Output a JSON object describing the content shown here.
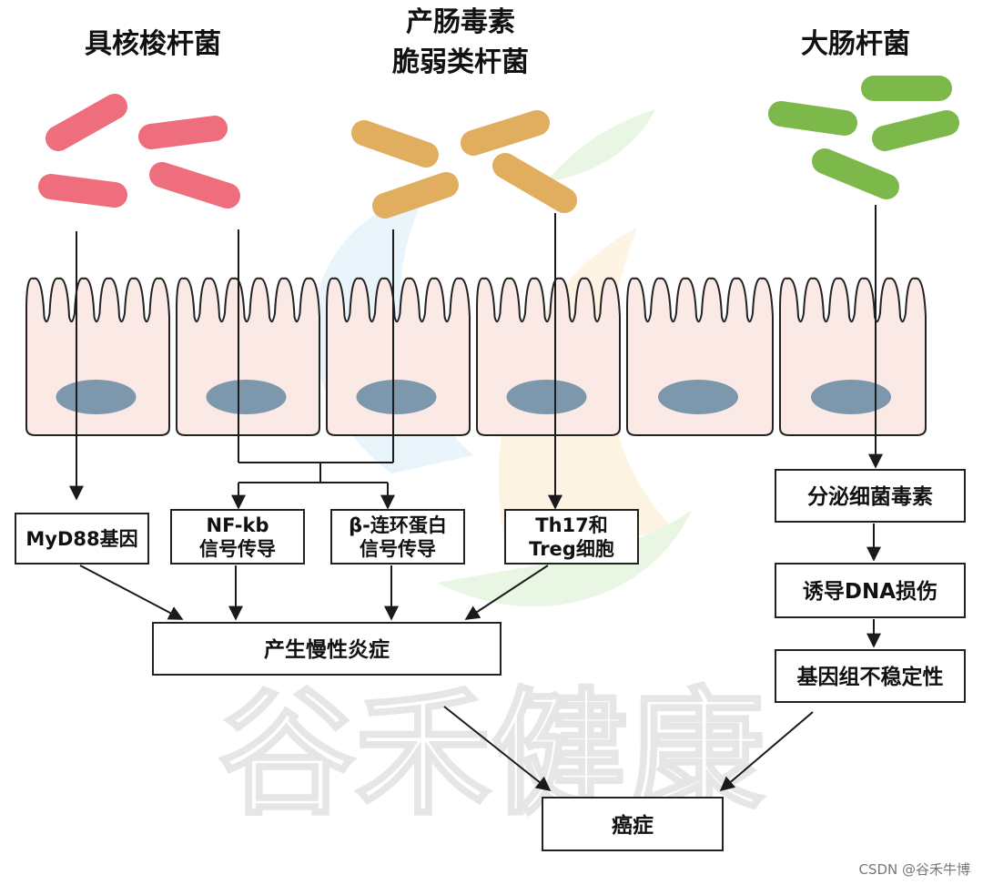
{
  "bacteria": {
    "fusobacterium": {
      "title": "具核梭杆菌",
      "color": "#ef6e7d"
    },
    "etbf": {
      "title_line1": "产肠毒素",
      "title_line2": "脆弱类杆菌",
      "color": "#e1ad5e"
    },
    "ecoli": {
      "title": "大肠杆菌",
      "color": "#7db84a"
    }
  },
  "boxes": {
    "myd88": {
      "line1": "MyD88基因"
    },
    "nfkb": {
      "line1": "NF-kb",
      "line2": "信号传导"
    },
    "catenin": {
      "line1": "β-连环蛋白",
      "line2": "信号传导"
    },
    "th17": {
      "line1": "Th17和",
      "line2": "Treg细胞"
    },
    "inflammation": {
      "line1": "产生慢性炎症"
    },
    "toxin": {
      "line1": "分泌细菌毒素"
    },
    "dna": {
      "line1": "诱导DNA损伤"
    },
    "instability": {
      "line1": "基因组不稳定性"
    },
    "cancer": {
      "line1": "癌症"
    }
  },
  "watermark": {
    "text": "谷禾健康"
  },
  "credit": {
    "text": "CSDN @谷禾牛博"
  },
  "colors": {
    "cell_fill": "#fbe9e6",
    "nucleus": "#7d97ad",
    "line": "#1a1a1a"
  }
}
